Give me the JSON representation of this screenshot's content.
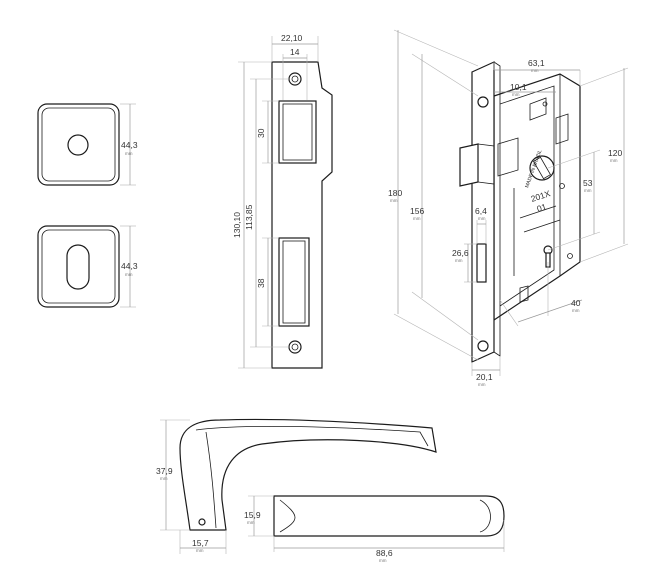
{
  "rose_square": {
    "dim": "44,3",
    "unit": "mm"
  },
  "rose_oval": {
    "dim": "44,3",
    "unit": "mm"
  },
  "strike_plate": {
    "width_outer": "22,10",
    "width_inner": "14",
    "height_total": "130,10",
    "height_inner": "113,85",
    "upper_slot": "30",
    "lower_slot": "38"
  },
  "lock_body": {
    "depth": "63,1",
    "depth_unit": "mm",
    "bolt_offset": "10,1",
    "bolt_offset_unit": "mm",
    "height_total": "180",
    "height_total_unit": "mm",
    "height_case": "156",
    "height_case_unit": "mm",
    "height_right": "120",
    "height_right_unit": "mm",
    "keyhole_offset": "53",
    "keyhole_offset_unit": "mm",
    "latch_width": "6,4",
    "latch_width_unit": "mm",
    "cutout_height": "26,6",
    "cutout_height_unit": "mm",
    "backset": "40",
    "backset_unit": "mm",
    "faceplate_width": "20,1",
    "faceplate_width_unit": "mm",
    "stamp_made_in": "MADE IN BRAZIL",
    "stamp_model": "201X",
    "stamp_code": "01"
  },
  "lever_side": {
    "height": "37,9",
    "height_unit": "mm",
    "base_width": "15,7",
    "base_width_unit": "mm"
  },
  "lever_top": {
    "width": "15,9",
    "width_unit": "mm",
    "length": "88,6",
    "length_unit": "mm"
  }
}
